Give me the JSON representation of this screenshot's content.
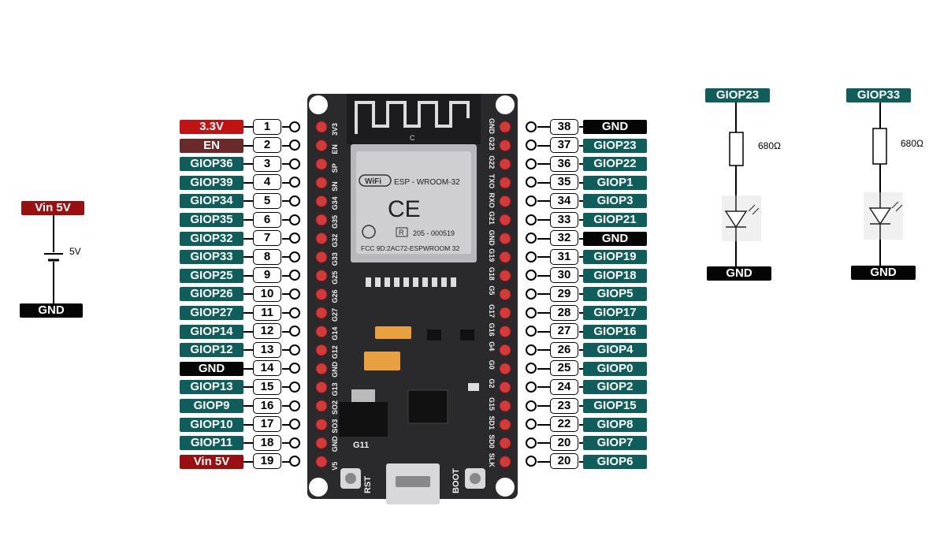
{
  "board": {
    "module_label": "ESP - WROOM-32",
    "cert_label": "205 - 000519",
    "fcc_label": "FCC 9D:2AC72-ESPWROOM 32",
    "ce_mark": "CE",
    "wifi_mark": "WiFi",
    "r_mark": "R",
    "c_mark": "C",
    "rst_label": "RST",
    "boot_label": "BOOT",
    "g11_label": "G11",
    "left_silk": [
      "3V3",
      "EN",
      "SP",
      "SN",
      "G34",
      "G35",
      "G32",
      "G33",
      "G25",
      "G26",
      "G27",
      "G14",
      "G12",
      "GND",
      "G13",
      "SO2",
      "SO3",
      "GND",
      "V5"
    ],
    "right_silk": [
      "GND",
      "G23",
      "G22",
      "TXO",
      "RXO",
      "G21",
      "GND",
      "G19",
      "G18",
      "G5",
      "G17",
      "G16",
      "G4",
      "G0",
      "G2",
      "G15",
      "SD1",
      "SD0",
      "SLK"
    ]
  },
  "left_pins": [
    {
      "num": "1",
      "label": "3.3V",
      "color": "red"
    },
    {
      "num": "2",
      "label": "EN",
      "color": "maroon"
    },
    {
      "num": "3",
      "label": "GIOP36",
      "color": "teal"
    },
    {
      "num": "4",
      "label": "GIOP39",
      "color": "teal"
    },
    {
      "num": "5",
      "label": "GIOP34",
      "color": "teal"
    },
    {
      "num": "6",
      "label": "GIOP35",
      "color": "teal"
    },
    {
      "num": "7",
      "label": "GIOP32",
      "color": "teal"
    },
    {
      "num": "8",
      "label": "GIOP33",
      "color": "teal"
    },
    {
      "num": "9",
      "label": "GIOP25",
      "color": "teal"
    },
    {
      "num": "10",
      "label": "GIOP26",
      "color": "teal"
    },
    {
      "num": "11",
      "label": "GIOP27",
      "color": "teal"
    },
    {
      "num": "12",
      "label": "GIOP14",
      "color": "teal"
    },
    {
      "num": "13",
      "label": "GIOP12",
      "color": "teal"
    },
    {
      "num": "14",
      "label": "GND",
      "color": "black"
    },
    {
      "num": "15",
      "label": "GIOP13",
      "color": "teal"
    },
    {
      "num": "16",
      "label": "GIOP9",
      "color": "teal"
    },
    {
      "num": "17",
      "label": "GIOP10",
      "color": "teal"
    },
    {
      "num": "18",
      "label": "GIOP11",
      "color": "teal"
    },
    {
      "num": "19",
      "label": "Vin 5V",
      "color": "darkred"
    }
  ],
  "right_pins": [
    {
      "num": "38",
      "label": "GND",
      "color": "black"
    },
    {
      "num": "37",
      "label": "GIOP23",
      "color": "teal"
    },
    {
      "num": "36",
      "label": "GIOP22",
      "color": "teal"
    },
    {
      "num": "35",
      "label": "GIOP1",
      "color": "teal"
    },
    {
      "num": "34",
      "label": "GIOP3",
      "color": "teal"
    },
    {
      "num": "33",
      "label": "GIOP21",
      "color": "teal"
    },
    {
      "num": "32",
      "label": "GND",
      "color": "black"
    },
    {
      "num": "31",
      "label": "GIOP19",
      "color": "teal"
    },
    {
      "num": "30",
      "label": "GIOP18",
      "color": "teal"
    },
    {
      "num": "29",
      "label": "GIOP5",
      "color": "teal"
    },
    {
      "num": "28",
      "label": "GIOP17",
      "color": "teal"
    },
    {
      "num": "27",
      "label": "GIOP16",
      "color": "teal"
    },
    {
      "num": "26",
      "label": "GIOP4",
      "color": "teal"
    },
    {
      "num": "25",
      "label": "GIOP0",
      "color": "teal"
    },
    {
      "num": "24",
      "label": "GIOP2",
      "color": "teal"
    },
    {
      "num": "23",
      "label": "GIOP15",
      "color": "teal"
    },
    {
      "num": "22",
      "label": "GIOP8",
      "color": "teal"
    },
    {
      "num": "20",
      "label": "GIOP7",
      "color": "teal"
    },
    {
      "num": "20",
      "label": "GIOP6",
      "color": "teal"
    }
  ],
  "power": {
    "top_label": "Vin 5V",
    "voltage": "5V",
    "bottom_label": "GND"
  },
  "led_circuits": [
    {
      "gpio": "GIOP23",
      "resistor": "680Ω",
      "gnd": "GND"
    },
    {
      "gpio": "GIOP33",
      "resistor": "680Ω",
      "gnd": "GND"
    }
  ],
  "colors": {
    "teal": "#0f5e5b",
    "red": "#c01414",
    "maroon": "#6a2a2a",
    "black": "#050505",
    "darkred": "#9a1010",
    "board": "#2a2a2c"
  }
}
